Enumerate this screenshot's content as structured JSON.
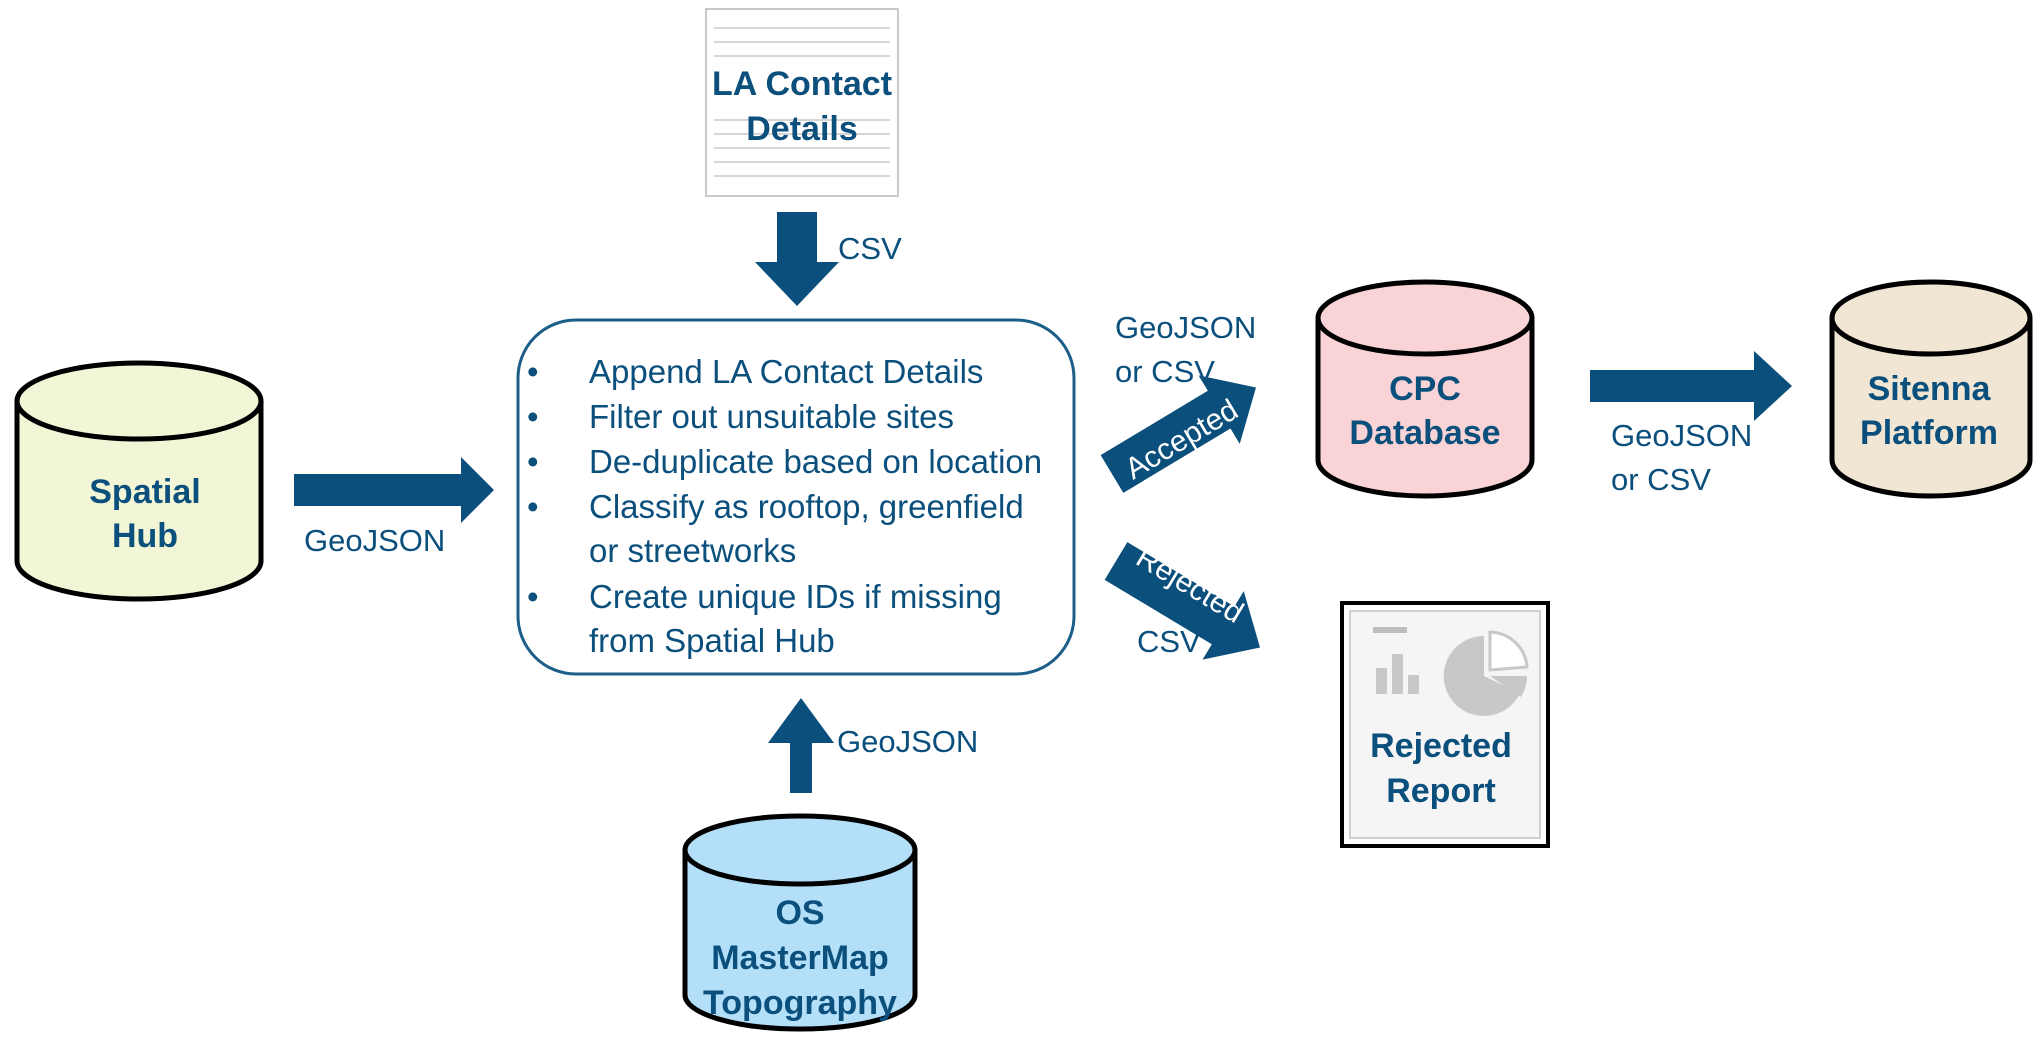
{
  "nodes": {
    "la_contact": {
      "line1": "LA Contact",
      "line2": "Details"
    },
    "spatial_hub": {
      "line1": "Spatial",
      "line2": "Hub"
    },
    "cpc_database": {
      "line1": "CPC",
      "line2": "Database"
    },
    "sitenna_platform": {
      "line1": "Sitenna",
      "line2": "Platform"
    },
    "rejected_report": {
      "line1": "Rejected",
      "line2": "Report"
    },
    "os_mastermap": {
      "line1": "OS",
      "line2": "MasterMap",
      "line3": "Topography"
    }
  },
  "process": {
    "bullet": "•",
    "steps": [
      "Append LA Contact Details",
      "Filter out unsuitable sites",
      "De-duplicate based on location",
      "Classify as rooftop, greenfield",
      "or streetworks",
      "Create unique IDs if missing",
      "from Spatial Hub"
    ]
  },
  "edges": {
    "la_to_process": "CSV",
    "hub_to_process": "GeoJSON",
    "os_to_process": "GeoJSON",
    "accepted_format_1": "GeoJSON",
    "accepted_format_2": "or CSV",
    "accepted_label": "Accepted",
    "rejected_format": "CSV",
    "rejected_label": "Rejected",
    "cpc_to_sitenna_1": "GeoJSON",
    "cpc_to_sitenna_2": "or CSV"
  },
  "colors": {
    "text": "#0b4f7c",
    "arrow": "#0b4f7c",
    "spatial_hub_fill": "#f2f6d6",
    "cpc_fill": "#f9d3d6",
    "sitenna_fill": "#f1e6d3",
    "os_fill": "#b3dff8",
    "process_border": "#1b5e88"
  }
}
